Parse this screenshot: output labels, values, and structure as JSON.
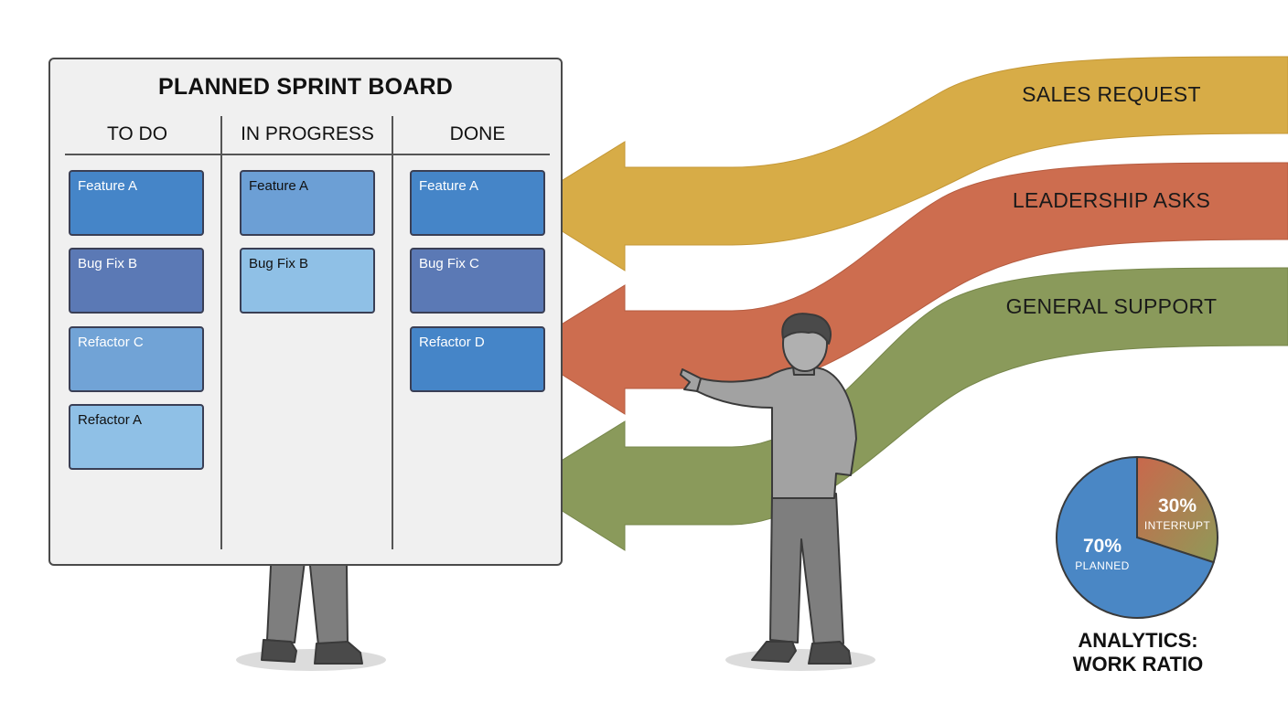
{
  "board": {
    "title": "PLANNED SPRINT BOARD",
    "columns": [
      {
        "header": "TO DO",
        "cards": [
          "Feature A",
          "Bug Fix B",
          "Refactor C",
          "Refactor A"
        ]
      },
      {
        "header": "IN PROGRESS",
        "cards": [
          "Feature A",
          "Bug Fix B"
        ]
      },
      {
        "header": "DONE",
        "cards": [
          "Feature A",
          "Bug Fix C",
          "Refactor D"
        ]
      }
    ]
  },
  "streams": [
    {
      "label": "SALES REQUEST",
      "color": "#d7ac47"
    },
    {
      "label": "LEADERSHIP ASKS",
      "color": "#cd6d4f"
    },
    {
      "label": "GENERAL SUPPORT",
      "color": "#8a9a5b"
    }
  ],
  "chart_data": {
    "type": "pie",
    "title": "ANALYTICS: WORK RATIO",
    "title_lines": [
      "ANALYTICS:",
      "WORK RATIO"
    ],
    "slices": [
      {
        "label": "PLANNED",
        "value": 70,
        "display": "70%",
        "color": "#4a87c5"
      },
      {
        "label": "INTERRUPT",
        "value": 30,
        "display": "30%",
        "color": "#b8764f"
      }
    ]
  }
}
